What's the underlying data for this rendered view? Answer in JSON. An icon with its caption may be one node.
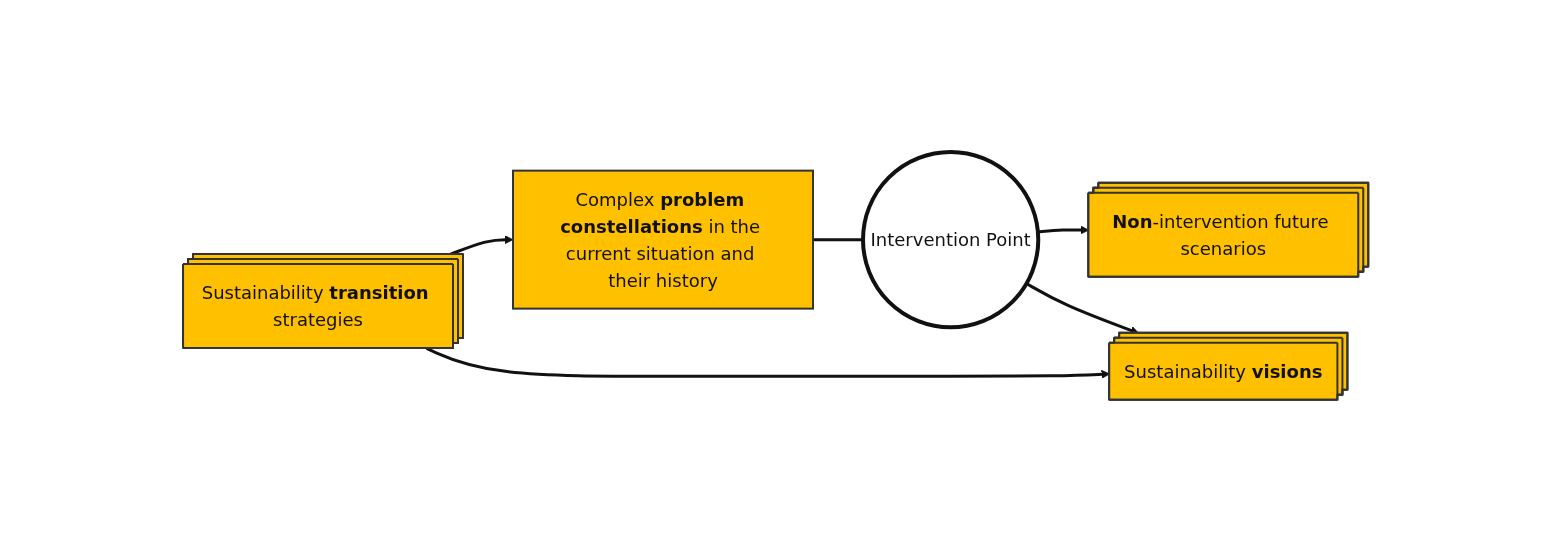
{
  "diagram": {
    "nodes": [
      {
        "text": [
          "Complex **problem constellations** in the current situation and their history"
        ]
      },
      {
        "text": [
          "Intervention Point"
        ]
      },
      {
        "text": [
          "**Non**-intervention future scenarios"
        ]
      },
      {
        "text": [
          "Sustainability **visions**"
        ]
      },
      {
        "text": [
          "Sustainability **transition** strategies"
        ]
      }
    ],
    "edges": [
      {
        "from": 0,
        "to": 1,
        "arrow": "none"
      },
      {
        "from": 1,
        "to": 2,
        "arrow": "to"
      },
      {
        "from": 1,
        "to": 3,
        "arrow": "to"
      },
      {
        "from": 4,
        "to": 0,
        "arrow": "to"
      },
      {
        "from": 4,
        "to": 3,
        "arrow": "to"
      }
    ]
  }
}
